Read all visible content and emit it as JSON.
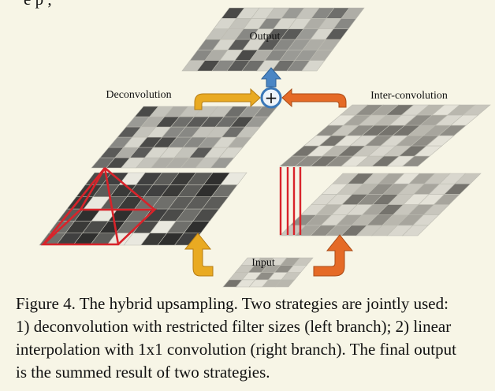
{
  "header_partial": "e   p   ,",
  "labels": {
    "output": "Output",
    "deconvolution": "Deconvolution",
    "inter_convolution": "Inter-convolution",
    "input": "Input"
  },
  "sum_symbol": "+",
  "caption_lines": [
    "Figure 4. The hybrid upsampling. Two strategies are jointly used:",
    "1) deconvolution with restricted filter sizes (left branch); 2) linear",
    "interpolation with 1x1 convolution (right branch). The final output",
    "is the summed result of two strategies."
  ],
  "colors": {
    "background": "#f7f5e6",
    "orange_arrow": "#e56a26",
    "yellow_arrow": "#e9aa22",
    "blue_arrow": "#4a86c4",
    "red_lines": "#d8232a"
  }
}
